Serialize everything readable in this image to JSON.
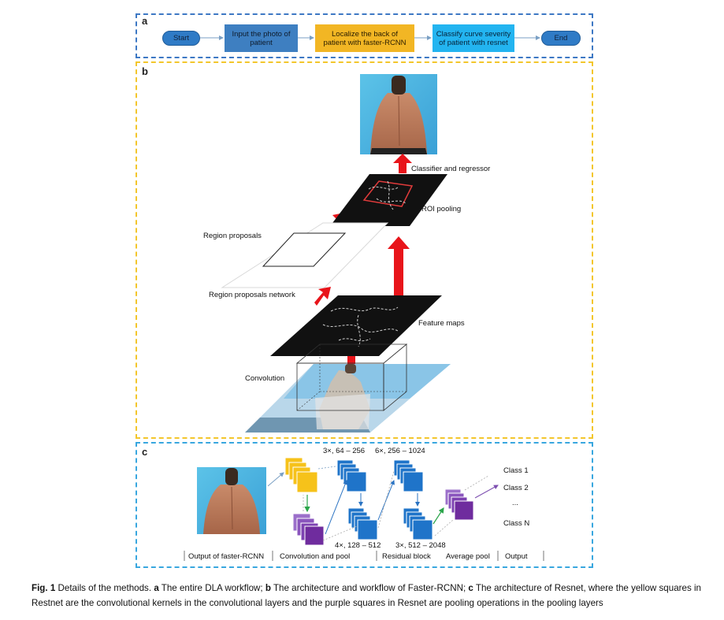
{
  "panel_a": {
    "label": "a",
    "start": "Start",
    "step1_line1": "Input the photo of",
    "step1_line2": "patient",
    "step2_line1": "Localize the back of",
    "step2_line2": "patient with faster-RCNN",
    "step3_line1": "Classify curve severity",
    "step3_line2": "of patient with resnet",
    "end": "End",
    "colors": {
      "start": "#2f7bc6",
      "step1": "#3e7fc1",
      "step2": "#f2b624",
      "step3": "#23b4f0",
      "border": "#3d78c4"
    }
  },
  "panel_b": {
    "label": "b",
    "classifier": "Classifier and regressor",
    "roi_pooling": "ROI pooling",
    "region_proposals": "Region proposals",
    "rpn": "Region proposals network",
    "feature_maps": "Feature maps",
    "convolution": "Convolution",
    "colors": {
      "arrow": "#e8141a",
      "border": "#f3c62c",
      "map": "#111111"
    }
  },
  "panel_c": {
    "label": "c",
    "top_label_1": "3×, 64 – 256",
    "top_label_2": "6×, 256 – 1024",
    "bottom_label_1": "4×, 128 – 512",
    "bottom_label_2": "3×, 512 – 2048",
    "class_1": "Class 1",
    "class_2": "Class 2",
    "ellipsis": "...",
    "class_n": "Class N",
    "footer_1": "Output of faster-RCNN",
    "footer_2": "Convolution and pool",
    "footer_3": "Residual block",
    "footer_4": "Average pool",
    "footer_5": "Output",
    "colors": {
      "yellow": "#f6c21a",
      "purple": "#6f2c9e",
      "blue": "#1f74c9",
      "border": "#39a7df"
    }
  },
  "caption": {
    "fig": "Fig. 1",
    "intro": " Details of the methods. ",
    "a": "a",
    "a_text": " The entire DLA workflow; ",
    "b": "b",
    "b_text": " The architecture and workflow of Faster-RCNN; ",
    "c": "c",
    "c_text": " The architecture of Resnet, where the yellow squares in Restnet are the convolutional kernels in the convolutional layers and the purple squares in Resnet are pooling operations in the pooling layers"
  }
}
